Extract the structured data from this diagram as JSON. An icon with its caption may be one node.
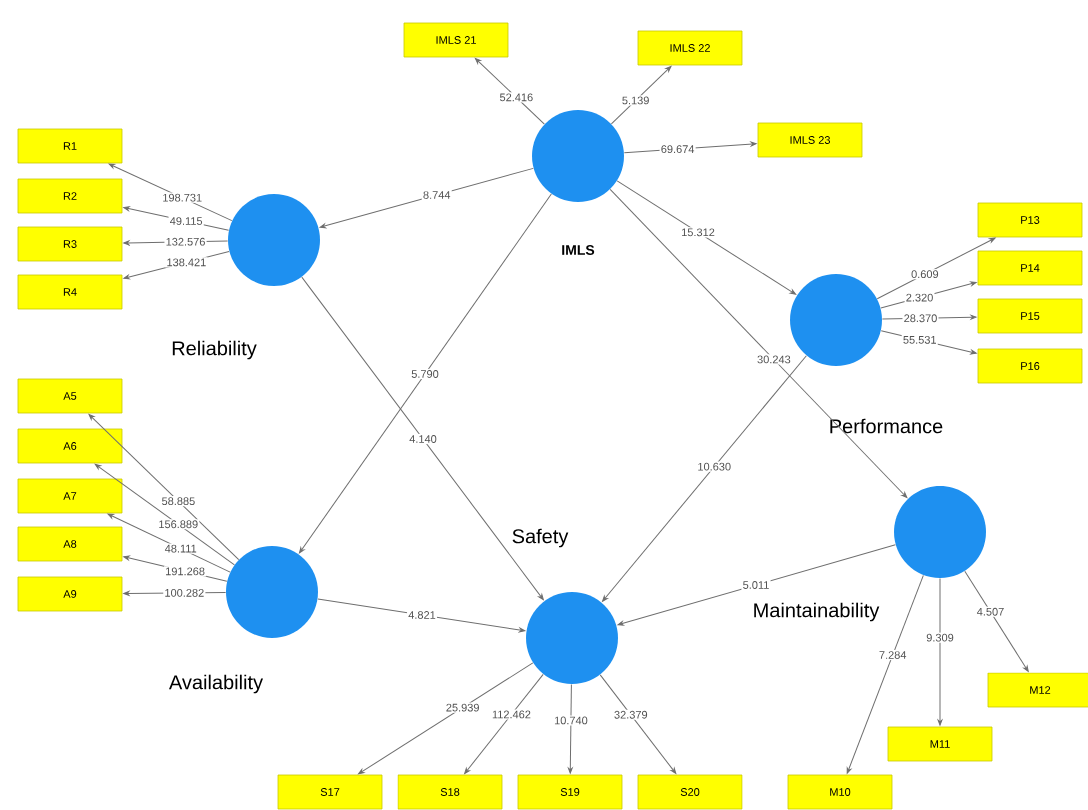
{
  "diagram": {
    "nodes": [
      {
        "text": [
          "IMLS"
        ]
      },
      {
        "text": [
          "Reliability"
        ]
      },
      {
        "text": [
          "Performance"
        ]
      },
      {
        "text": [
          "Availability"
        ]
      },
      {
        "text": [
          "Safety"
        ]
      },
      {
        "text": [
          "Maintainability"
        ]
      },
      {
        "text": [
          "IMLS 21"
        ]
      },
      {
        "text": [
          "IMLS 22"
        ]
      },
      {
        "text": [
          "IMLS 23"
        ]
      },
      {
        "text": [
          "R1"
        ]
      },
      {
        "text": [
          "R2"
        ]
      },
      {
        "text": [
          "R3"
        ]
      },
      {
        "text": [
          "R4"
        ]
      },
      {
        "text": [
          "P13"
        ]
      },
      {
        "text": [
          "P14"
        ]
      },
      {
        "text": [
          "P15"
        ]
      },
      {
        "text": [
          "P16"
        ]
      },
      {
        "text": [
          "A5"
        ]
      },
      {
        "text": [
          "A6"
        ]
      },
      {
        "text": [
          "A7"
        ]
      },
      {
        "text": [
          "A8"
        ]
      },
      {
        "text": [
          "A9"
        ]
      },
      {
        "text": [
          "S17"
        ]
      },
      {
        "text": [
          "S18"
        ]
      },
      {
        "text": [
          "S19"
        ]
      },
      {
        "text": [
          "S20"
        ]
      },
      {
        "text": [
          "M10"
        ]
      },
      {
        "text": [
          "M11"
        ]
      },
      {
        "text": [
          "M12"
        ]
      }
    ],
    "edges": [
      {
        "from": 0,
        "to": 1,
        "arrow": "to",
        "label": "8.744"
      },
      {
        "from": 0,
        "to": 2,
        "arrow": "to",
        "label": "15.312"
      },
      {
        "from": 0,
        "to": 3,
        "arrow": "to",
        "label": "5.790"
      },
      {
        "from": 0,
        "to": 5,
        "arrow": "to",
        "label": "30.243"
      },
      {
        "from": 1,
        "to": 4,
        "arrow": "to",
        "label": "4.140"
      },
      {
        "from": 2,
        "to": 4,
        "arrow": "to",
        "label": "10.630"
      },
      {
        "from": 3,
        "to": 4,
        "arrow": "to",
        "label": "4.821"
      },
      {
        "from": 5,
        "to": 4,
        "arrow": "to",
        "label": "5.011"
      },
      {
        "from": 0,
        "to": 6,
        "arrow": "to",
        "label": "52.416"
      },
      {
        "from": 0,
        "to": 7,
        "arrow": "to",
        "label": "5.139"
      },
      {
        "from": 0,
        "to": 8,
        "arrow": "to",
        "label": "69.674"
      },
      {
        "from": 1,
        "to": 9,
        "arrow": "to",
        "label": "198.731"
      },
      {
        "from": 1,
        "to": 10,
        "arrow": "to",
        "label": "49.115"
      },
      {
        "from": 1,
        "to": 11,
        "arrow": "to",
        "label": "132.576"
      },
      {
        "from": 1,
        "to": 12,
        "arrow": "to",
        "label": "138.421"
      },
      {
        "from": 2,
        "to": 13,
        "arrow": "to",
        "label": "0.609"
      },
      {
        "from": 2,
        "to": 14,
        "arrow": "to",
        "label": "2.320"
      },
      {
        "from": 2,
        "to": 15,
        "arrow": "to",
        "label": "28.370"
      },
      {
        "from": 2,
        "to": 16,
        "arrow": "to",
        "label": "55.531"
      },
      {
        "from": 3,
        "to": 17,
        "arrow": "to",
        "label": "58.885"
      },
      {
        "from": 3,
        "to": 18,
        "arrow": "to",
        "label": "156.889"
      },
      {
        "from": 3,
        "to": 19,
        "arrow": "to",
        "label": "48.111"
      },
      {
        "from": 3,
        "to": 20,
        "arrow": "to",
        "label": "191.268"
      },
      {
        "from": 3,
        "to": 21,
        "arrow": "to",
        "label": "100.282"
      },
      {
        "from": 4,
        "to": 22,
        "arrow": "to",
        "label": "25.939"
      },
      {
        "from": 4,
        "to": 23,
        "arrow": "to",
        "label": "112.462"
      },
      {
        "from": 4,
        "to": 24,
        "arrow": "to",
        "label": "10.740"
      },
      {
        "from": 4,
        "to": 25,
        "arrow": "to",
        "label": "32.379"
      },
      {
        "from": 5,
        "to": 26,
        "arrow": "to",
        "label": "7.284"
      },
      {
        "from": 5,
        "to": 27,
        "arrow": "to",
        "label": "9.309"
      },
      {
        "from": 5,
        "to": 28,
        "arrow": "to",
        "label": "4.507"
      }
    ]
  }
}
